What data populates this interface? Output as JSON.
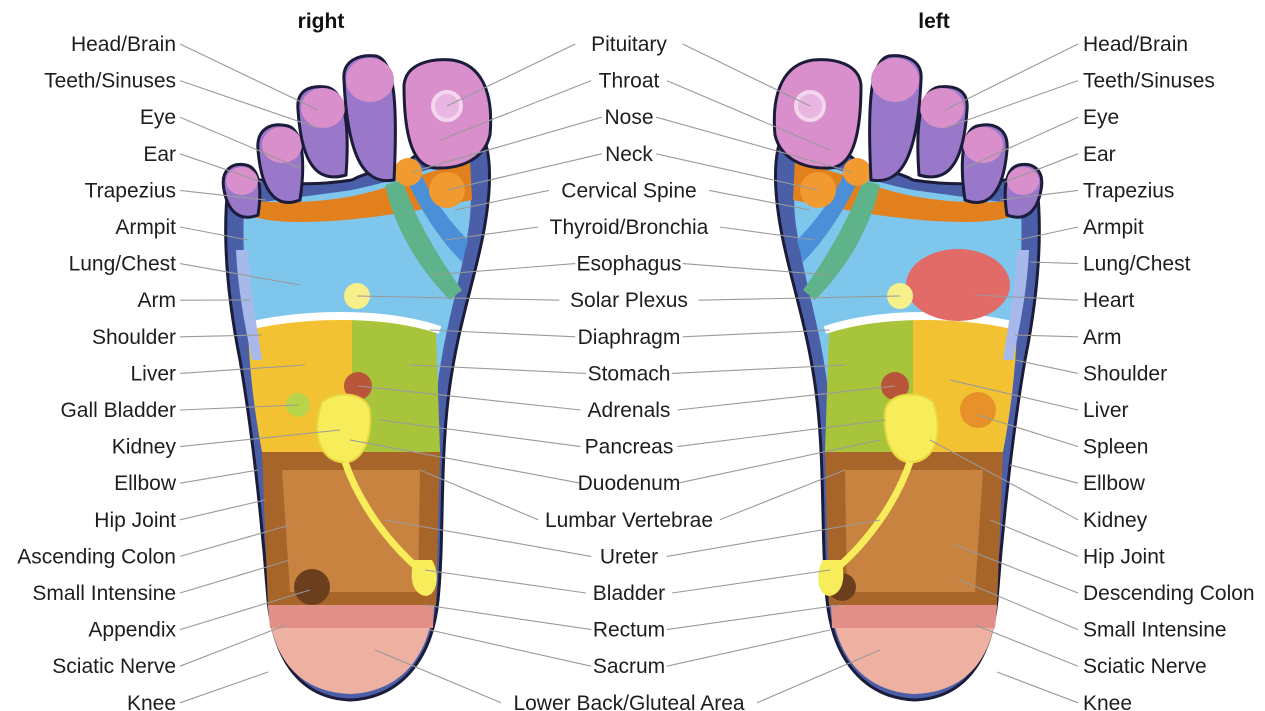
{
  "headers": {
    "right": "right",
    "left": "left"
  },
  "left_labels": [
    "Head/Brain",
    "Teeth/Sinuses",
    "Eye",
    "Ear",
    "Trapezius",
    "Armpit",
    "Lung/Chest",
    "Arm",
    "Shoulder",
    "Liver",
    "Gall Bladder",
    "Kidney",
    "Ellbow",
    "Hip Joint",
    "Ascending Colon",
    "Small Intensine",
    "Appendix",
    "Sciatic Nerve",
    "Knee"
  ],
  "center_labels": [
    "Pituitary",
    "Throat",
    "Nose",
    "Neck",
    "Cervical Spine",
    "Thyroid/Bronchia",
    "Esophagus",
    "Solar Plexus",
    "Diaphragm",
    "Stomach",
    "Adrenals",
    "Pancreas",
    "Duodenum",
    "Lumbar Vertebrae",
    "Ureter",
    "Bladder",
    "Rectum",
    "Sacrum",
    "Lower Back/Gluteal Area"
  ],
  "right_labels": [
    "Head/Brain",
    "Teeth/Sinuses",
    "Eye",
    "Ear",
    "Trapezius",
    "Armpit",
    "Lung/Chest",
    "Heart",
    "Arm",
    "Shoulder",
    "Liver",
    "Spleen",
    "Ellbow",
    "Kidney",
    "Hip Joint",
    "Descending Colon",
    "Small Intensine",
    "Sciatic Nerve",
    "Knee"
  ],
  "colors": {
    "outline": "#1b1b3a",
    "edge_blue": "#4a5fa8",
    "toe_pink": "#d98fcb",
    "toe_purple": "#9a78c9",
    "lung_blue": "#7fc6ec",
    "orange": "#e2801e",
    "liver_yellow": "#f2c233",
    "stomach_green": "#a8c43b",
    "kidney_yellow": "#f7ec5a",
    "intestine_brown": "#a8652a",
    "heel_pink": "#eeb0a0",
    "heart_red": "#e26b68"
  }
}
